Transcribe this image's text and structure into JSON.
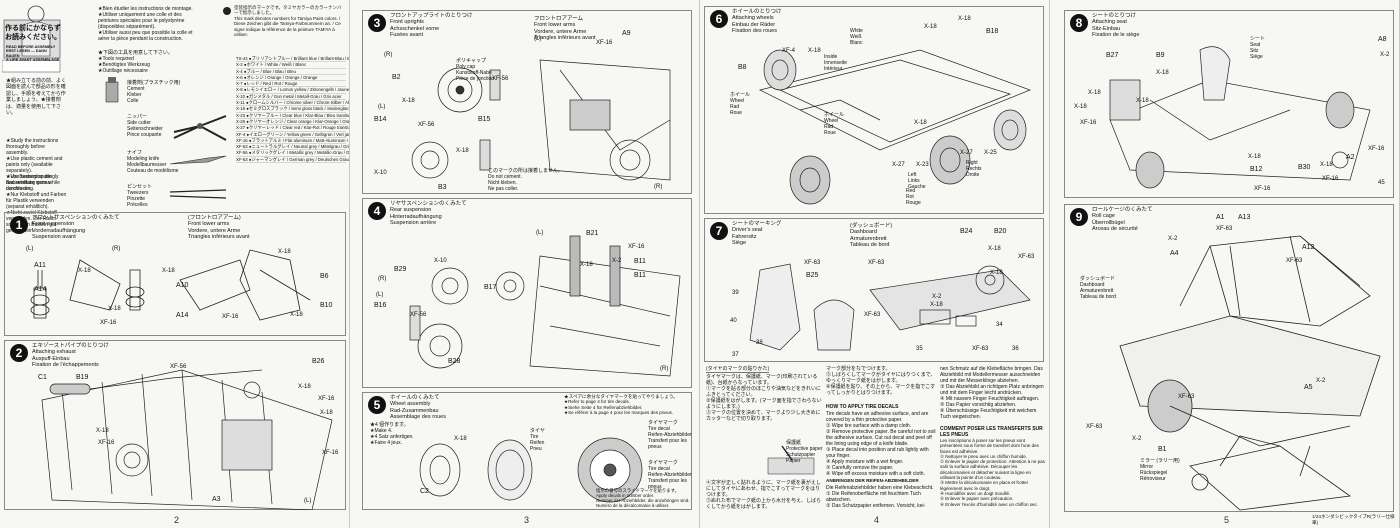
{
  "page2": {
    "page_number": "2",
    "jp_intro": [
      "作る前にかならず",
      "お読みください。"
    ],
    "intro_en": "READ BEFORE ASSEMBLY\nERST LESEN — DANN BAUEN\nA LIRE AVANT ASSEMBLAGE",
    "notes_fr": "★Bien étudier les instructions de montage.\n★Utiliser uniquement une colle et des peintures spéciales pour le polystyrène (disponibles séparément).\n★Utiliser aussi peu que possible la colle et aérer la pièce pendant la construction.",
    "tools_label": "★下図の工具を用意して下さい。\n★Tools required\n★Benötigtes Werkzeug\n★Outillage nécessaire",
    "tools": [
      {
        "jp": "接着剤(プラスチック用)",
        "text": "Cement\nKleber\nColle"
      },
      {
        "jp": "ニッパー",
        "text": "Side cutter\nSeitenschneider\nPince coupante"
      },
      {
        "jp": "ナイフ",
        "text": "Modeling knife\nModellbaumesser\nCouteau de modélisme"
      },
      {
        "jp": "ピンセット",
        "text": "Tweezers\nPinzette\nPrécelles"
      }
    ],
    "paint_header": "塗装指示のマークです。タミヤカラーのカラーナンバーで指示しました。\nThis mark denotes numbers for Tamiya Paint colors. / Diese Zeichen gibt die Tamiya-Farbnummern an. / Ce signe indique la référence de la peinture TAMIYA à utiliser.",
    "paints": [
      "TS-44 ●ブリリアントブルー / Brilliant blue / Brillant-Blau / Bleu brillant",
      "X-2 ●ホワイト / White / Weiß / Blanc",
      "X-4 ●ブルー / Blue / Blau / Bleu",
      "X-6 ●オレンジ / Orange / Orange / Orange",
      "X-7 ●レッド / Red / Rot / Rouge",
      "X-8 ●レモンイエロー / Lemon yellow / Zitronengelb / Jaune Citron",
      "X-10 ●ガンメタル / Gun metal / Metall-Grau / Gris acier",
      "X-11 ●クロームシルバー / Chrome silver / Chrom-Silber / Aluminium chromé",
      "X-18 ●セミグロスブラック / Semi gloss black / Seidenglanz Schwarz / Noir satiné",
      "X-23 ●クリヤーブルー / Clear blue / Klar-Blau / Bleu translucide",
      "X-26 ●クリヤーオレンジ / Clear orange / Klar-Orange / Orange translucide",
      "X-27 ●クリヤーレッド / Clear red / Klar-Rot / Rouge translucide",
      "XF-4 ●イエローグリーン / Yellow green / Gelbgrün / Vert jaune",
      "XF-16 ●フラットアルミ / Flat aluminum / Matt-Aluminium / Aluminium mat",
      "XF-53 ●ニュートラルグレイ / Neutral grey / Mittelgrau / Gris neutre",
      "XF-56 ●メタリックグレイ / Metallic grey / Metallic-Grau / Gris métallisé",
      "XF-63 ●ジャーマングレイ / German grey / Deutsches Grau / Gris Panzer"
    ],
    "notes_en": "★Study the instructions thoroughly before assembly.\n★Use plastic cement and paints only (available separately).\n★Use cement sparingly and ventilate room while constructing.",
    "notes_de": "★Vor Baubeginn die Bauanleitung genau durchlesen.\n★Nur Klebstoff und Farben für Plastik verwenden (separat erhältlich).\n★Nicht zuviel Klebstoff verwenden. Der Raum sollte beim Basteln gut gelüftet sein.",
    "step1": {
      "num": "1",
      "title": "フロントサスペンションのくみたて\nFront suspension\nVorderradaufhängung\nSuspension avant",
      "sub": "(フロントロアアーム)\nFront lower arms\nVordere, untere Arme\nTriangles inférieurs avant"
    },
    "step1_labels": [
      "(L)",
      "(R)",
      "A11",
      "A14",
      "A10",
      "B6",
      "B10",
      "A14",
      "X-18",
      "X-18",
      "X-18",
      "X-18",
      "XF-16",
      "XF-16",
      "X-18"
    ],
    "step2": {
      "num": "2",
      "title": "エキゾーストパイプのとりつけ\nAttaching exhaust\nAuspuff-Einbau\nFixation de l'échappements"
    },
    "step2_labels": [
      "C1",
      "B19",
      "B26",
      "XF-56",
      "X-18",
      "XF-16",
      "A3",
      "(L)",
      "X-18",
      "XF-16",
      "X-18",
      "XF-16"
    ]
  },
  "page3": {
    "page_number": "3",
    "step3": {
      "num": "3",
      "title": "フロントアップライトのとりつけ\nFront uprights\nAchsschenkel vorne\nFusées avant",
      "sub": "フロントロアアーム\nFront lower arms\nVordere, untere Arme\nTriangles inférieurs avant"
    },
    "step3_labels": [
      "(R)",
      "B2",
      "(L)",
      "B14",
      "B3",
      "B15",
      "XF-56",
      "XF-56",
      "A9",
      "X-18",
      "X-10",
      "X-18",
      "XF-16",
      "(L)",
      "(R)",
      "ポリキャップ",
      "Poly cap\nKunststoff-Nabe\nPièce de jonction"
    ],
    "step3_note": "このマークの所は接着しません。\nDo not cement.\nNicht kleben.\nNe pas coller.",
    "step4": {
      "num": "4",
      "title": "リヤサスペンションのくみたて\nRear suspension\nHinterradaufhängung\nSuspension arrière"
    },
    "step4_labels": [
      "B29",
      "(R)",
      "B16",
      "B17",
      "B21",
      "B11",
      "B11",
      "B28",
      "X-10",
      "XF-16",
      "XF-56",
      "X-18",
      "X-2",
      "(L)",
      "(L)",
      "(R)"
    ],
    "step5": {
      "num": "5",
      "title": "ホイールのくみたて\nWheel assembly\nRad-Zusammenbau\nAssemblage des roues",
      "sub": "★4 個作ります。\n★Make 4.\n★4 Satz anfertigen.\n★Faire 4 jeux.",
      "note": "★スペアに余分なタイヤマークを貼ってやりましょう。\n★Refer to page 4 for tire decals.\n★Siehe Seite 4 für Reifenabziehbilder.\n★Se référer à la page 4 pour les marques des pneus."
    },
    "step5_labels": [
      "C2",
      "X-18",
      "タイヤ",
      "Tire\nReifen\nPneu",
      "タイヤマーク",
      "Tire decal\nReifen-Abziehbilder\nTransfert pour les pneus",
      "タイヤマーク",
      "Tire decal\nReifen-Abziehbilder\nTransfert pour les pneus"
    ],
    "step5_footer": "指示の番号のスライドマークを貼ります。\nApply decals in number order.\nNummer der Abziehbilder, die anzubringen sind.\nNuméro de la décalcomanie à utiliser."
  },
  "page4": {
    "page_number": "4",
    "step6": {
      "num": "6",
      "title": "ホイールのとりつけ\nAttaching wheels\nEinbau der Räder\nFixation des roues"
    },
    "step6_labels": [
      "B8",
      "B18",
      "X-18",
      "XF-4",
      "X-18",
      "X-18",
      "X-18",
      "ホイール\nWheel\nRad\nRoue",
      "ホイール\nWheel\nRad\nRoue",
      "X-27",
      "X-23",
      "X-27",
      "X-25",
      "Left\nLinks\nGauche",
      "Right\nRechts\nDroite",
      "White\nWeiß\nBlanc",
      "Red\nRot\nRouge",
      "Inside\nInnenseite\nIntérieur"
    ],
    "step7": {
      "num": "7",
      "title": "シートのマーキング\nDriver's seat\nFahrersitz\nSiège",
      "sub": "(ダッシュボード)\nDashboard\nArmaturenbrett\nTableau de bord"
    },
    "step7_labels": [
      "B25",
      "XF-63",
      "XF-63",
      "XF-63",
      "B24",
      "B20",
      "X-18",
      "XF-63",
      "X-18",
      "X-18",
      "X-2",
      "37",
      "38",
      "39",
      "40",
      "36",
      "34",
      "35",
      "XF-63"
    ],
    "tire_decal_head": "(タイヤのマークの貼りかた)",
    "tire_decal_jp": "タイヤマークは、保護紙、マーク(印刷されている紙)、台紙からなっています。\n①マークを貼る部分のほこりや油気などをきれいにふきとってください。\n②保護紙をはがします。(マーク面を指でさわらないようにします。)\n③マークの位置を決めて、マークより少し大きめにカッターなどで切り取ります。",
    "tire_decal_jp2": "マーク部分をなでつけます。\n⑤しばらくしてマークがタイヤにはりつくまで、ゆっくりマーク紙をはがします。\n⑥保護紙を貼り、その上から、マークを指でこすってしっかりとはりつけます。",
    "tire_decal_en_head": "HOW TO APPLY TIRE DECALS",
    "tire_decal_en": "Tire decals have an adhesive surface, and are covered by a thin protective paper.\n① Wipe tire surface with a damp cloth.\n② Remove protective paper. Be careful not to soil the adhesive surface. Cut out decal and peel off the lining using edge of a knife blade.\n③ Place decal into position and rub lightly with your finger.\n④ Apply moisture with a wet finger.\n⑤ Carefully remove the paper.\n⑥ Wipe off excess moisture with a soft cloth.",
    "tire_decal_de_head": "ANBRINGEN DER REIFEN-ABZIEHBILDER",
    "tire_decal_de": "Die Reifenabziehbilder haben eine Klebeschicht.\n① Die Reifenoberfläche mit feuchtem Tuch abwischen.\n② Das Schutzpapier entfernen. Vorsicht, kei-",
    "tire_decal_de2": "nen Schmutz auf die Klebefläche bringen. Das Abziehbild mit Modellermesser ausschneiden und mit der Messerklinge abziehen.\n③ Das Abziehbild an richtigem Platz anbringen und mit dem Finger leicht andrücken.\n④ Mit nassem Finger Feuchtigkeit auftragen.\n⑤ Das Papier vorsichtig abziehen.\n⑥ Überschüssige Feuchtigkeit mit weichem Tuch wegwischen.",
    "tire_decal_fr_head": "COMMENT POSER LES TRANSFERTS SUR LES PNEUS",
    "tire_decal_fr": "Les inscriptions à poser sur les pneus sont présentées sous forme de transfert dont l'une des faces est adhésive.\n① Nettoyer le pneu avec un chiffon humide.\n② Enlever le papier de protection. Attention à ne pas salir la surface adhésive. Découper les décalcomanies et détacher suivant la ligne en utilisant la pointe d'un couteau.\n③ Mettre la décalcomanie en place et frotter légèrement avec le doigt.\n④ Humidifier avec un doigt mouillé.\n⑤ Enlever le papier avec précaution.\n⑥ Enlever l'excès d'humidité avec un chiffon sec.",
    "decal_parts": [
      "保護紙",
      "Protective paper\nSchutzpapier\nPapier"
    ],
    "tire_decal_jp3": "④文字が正しく貼れるように、マーク紙を裏がえしにしてタイヤにあわせ、指でこすってマークをはりつけます。\n⑤ぬれた布でマーク紙の上から水分を与え、しばらくしてから紙をはがします。"
  },
  "page5": {
    "page_number": "5",
    "step8": {
      "num": "8",
      "title": "シートのとりつけ\nAttaching seat\nSitz-Einbau\nFixation de le siège"
    },
    "step8_labels": [
      "B27",
      "B9",
      "A8",
      "X-2",
      "シート\nSeat\nSitz\nSiège",
      "X-18",
      "X-18",
      "X-18",
      "X-18",
      "XF-16",
      "XF-16",
      "A2",
      "B12",
      "B30",
      "X-18",
      "XF-16",
      "X-18",
      "XF-16",
      "45"
    ],
    "step9": {
      "num": "9",
      "title": "ロールケージのくみたて\nRoll cage\nÜberrollbügel\nArceau de sécurité",
      "sub": "ダッシュボード\nDashboard\nArmaturenbrett\nTableau de bord"
    },
    "step9_labels": [
      "A1",
      "A13",
      "XF-63",
      "X-2",
      "A4",
      "A12",
      "XF-63",
      "A5",
      "X-2",
      "B1",
      "B1",
      "ミラー (ラリー用)\nMirror\nRückspiegel\nRétroviseur",
      "XF-63",
      "X-2",
      "XF-63"
    ],
    "footer_right": "1/24ホンダシビックタイプR(ラリー仕様車)"
  },
  "colors": {
    "paper": "#f7f7f4",
    "ink": "#111111",
    "rule": "#888888"
  }
}
